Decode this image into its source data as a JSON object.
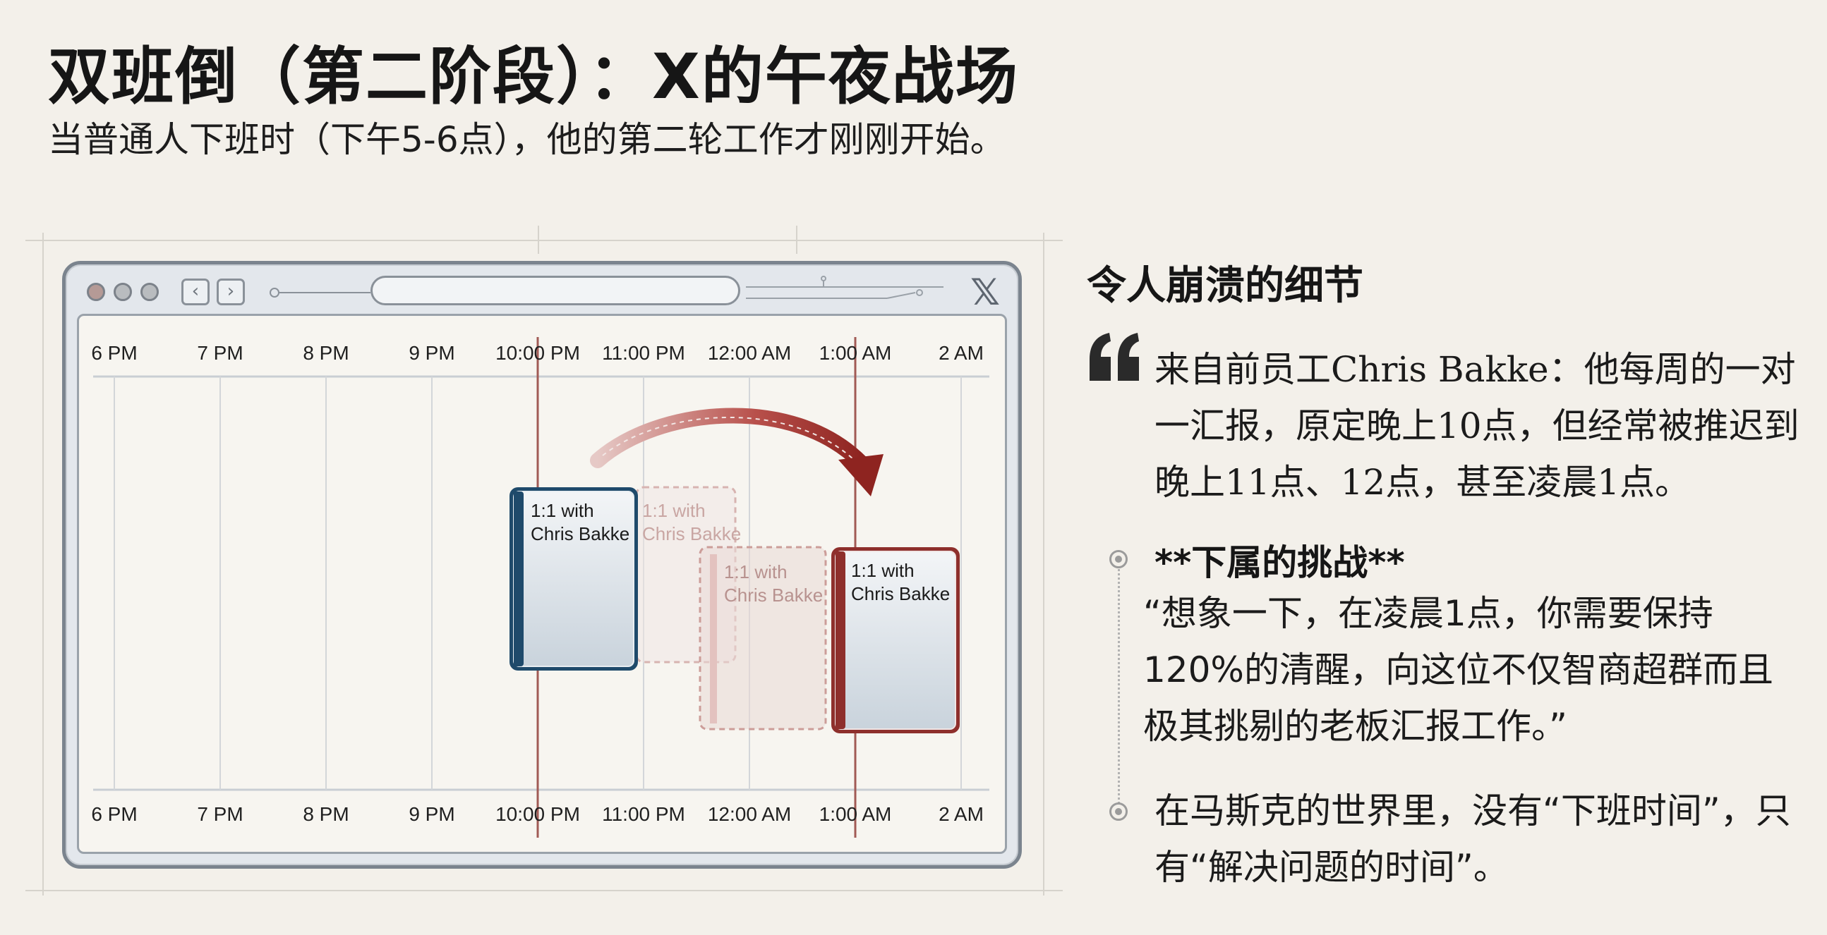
{
  "header": {
    "title": "双班倒（第二阶段）：X的午夜战场",
    "subtitle": "当普通人下班时（下午5-6点），他的第二轮工作才刚刚开始。"
  },
  "browser": {
    "logo_icon": "x-logo-icon",
    "nav_back_icon": "chevron-left-icon",
    "nav_forward_icon": "chevron-right-icon"
  },
  "calendar": {
    "time_labels": [
      "6 PM",
      "7 PM",
      "8 PM",
      "9 PM",
      "10:00 PM",
      "11:00 PM",
      "12:00 AM",
      "1:00 AM",
      "2 AM"
    ],
    "original_event": {
      "line1": "1:1 with",
      "line2": "Chris Bakke"
    },
    "ghost_event_1": {
      "line1": "1:1 with",
      "line2": "Chris Bakke"
    },
    "ghost_event_2": {
      "line1": "1:1 with",
      "line2": "Chris Bakke"
    },
    "final_event": {
      "line1": "1:1 with",
      "line2": "Chris Bakke"
    },
    "colors": {
      "original": "#1f4a6b",
      "moved": "#8e2f2c",
      "arrow": "#9a2c2a"
    }
  },
  "panel": {
    "heading": "令人崩溃的细节",
    "quote": "来自前员工Chris Bakke：他每周的一对一汇报，原定晚上10点，但经常被推迟到晚上11点、12点，甚至凌晨1点。",
    "challenge_title": "**下属的挑战**",
    "challenge_body": "“想象一下，在凌晨1点，你需要保持120%的清醒，向这位不仅智商超群而且极其挑剔的老板汇报工作。”",
    "conclusion": "在马斯克的世界里，没有“下班时间”，只有“解决问题的时间”。"
  }
}
